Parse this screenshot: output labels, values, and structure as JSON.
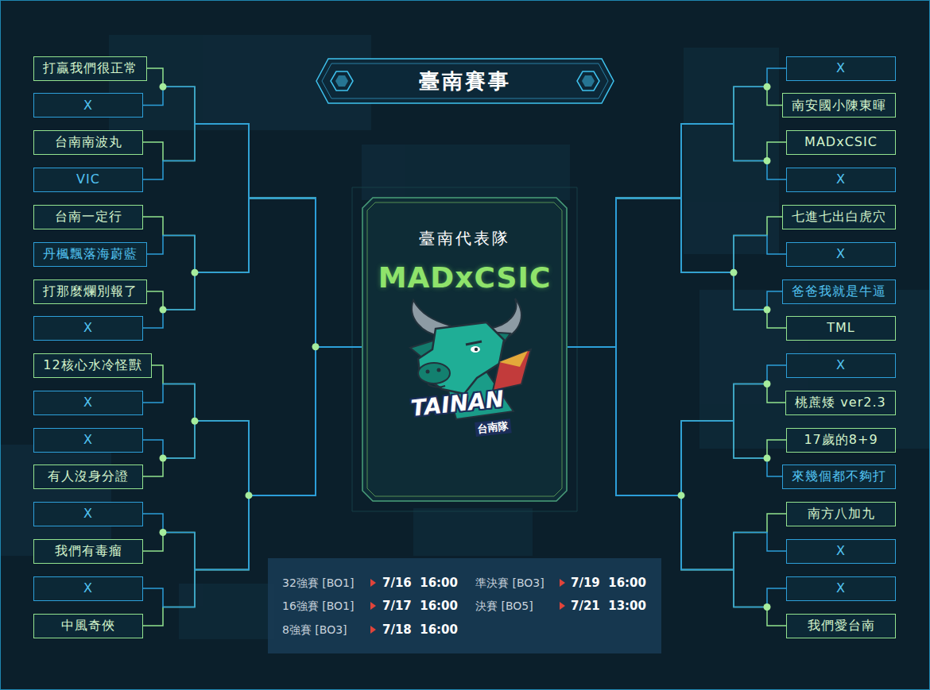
{
  "diagram": {
    "title": "臺南賽事",
    "nodes": [
      {
        "text": [
          "打贏我們很正常"
        ]
      },
      {
        "text": [
          "X"
        ]
      },
      {
        "text": [
          "台南南波丸"
        ]
      },
      {
        "text": [
          "VIC"
        ]
      },
      {
        "text": [
          "台南一定行"
        ]
      },
      {
        "text": [
          "丹楓飄落海蔚藍"
        ]
      },
      {
        "text": [
          "打那麼爛別報了"
        ]
      },
      {
        "text": [
          "X"
        ]
      },
      {
        "text": [
          "12核心水冷怪獸"
        ]
      },
      {
        "text": [
          "X"
        ]
      },
      {
        "text": [
          "X"
        ]
      },
      {
        "text": [
          "有人沒身分證"
        ]
      },
      {
        "text": [
          "X"
        ]
      },
      {
        "text": [
          "我們有毒瘤"
        ]
      },
      {
        "text": [
          "X"
        ]
      },
      {
        "text": [
          "中風奇俠"
        ]
      },
      {
        "text": [
          "臺南代表隊",
          "MADxCSIC"
        ]
      },
      {
        "text": [
          "X"
        ]
      },
      {
        "text": [
          "南安國小陳東暉"
        ]
      },
      {
        "text": [
          "MADxCSIC"
        ]
      },
      {
        "text": [
          "X"
        ]
      },
      {
        "text": [
          "七進七出白虎穴"
        ]
      },
      {
        "text": [
          "X"
        ]
      },
      {
        "text": [
          "爸爸我就是牛逼"
        ]
      },
      {
        "text": [
          "TML"
        ]
      },
      {
        "text": [
          "X"
        ]
      },
      {
        "text": [
          "桃蔗矮 ver2.3"
        ]
      },
      {
        "text": [
          "17歲的8+9"
        ]
      },
      {
        "text": [
          "來幾個都不夠打"
        ]
      },
      {
        "text": [
          "南方八加九"
        ]
      },
      {
        "text": [
          "X"
        ]
      },
      {
        "text": [
          "X"
        ]
      },
      {
        "text": [
          "我們愛台南"
        ]
      }
    ],
    "edges": [
      {
        "from": 0,
        "to": 16,
        "arrow": "none"
      },
      {
        "from": 1,
        "to": 16,
        "arrow": "none"
      },
      {
        "from": 2,
        "to": 16,
        "arrow": "none"
      },
      {
        "from": 3,
        "to": 16,
        "arrow": "none"
      },
      {
        "from": 4,
        "to": 16,
        "arrow": "none"
      },
      {
        "from": 5,
        "to": 16,
        "arrow": "none"
      },
      {
        "from": 6,
        "to": 16,
        "arrow": "none"
      },
      {
        "from": 7,
        "to": 16,
        "arrow": "none"
      },
      {
        "from": 8,
        "to": 16,
        "arrow": "none"
      },
      {
        "from": 9,
        "to": 16,
        "arrow": "none"
      },
      {
        "from": 10,
        "to": 16,
        "arrow": "none"
      },
      {
        "from": 11,
        "to": 16,
        "arrow": "none"
      },
      {
        "from": 12,
        "to": 16,
        "arrow": "none"
      },
      {
        "from": 13,
        "to": 16,
        "arrow": "none"
      },
      {
        "from": 14,
        "to": 16,
        "arrow": "none"
      },
      {
        "from": 15,
        "to": 16,
        "arrow": "none"
      },
      {
        "from": 17,
        "to": 16,
        "arrow": "none"
      },
      {
        "from": 18,
        "to": 16,
        "arrow": "none"
      },
      {
        "from": 19,
        "to": 16,
        "arrow": "none"
      },
      {
        "from": 20,
        "to": 16,
        "arrow": "none"
      },
      {
        "from": 21,
        "to": 16,
        "arrow": "none"
      },
      {
        "from": 22,
        "to": 16,
        "arrow": "none"
      },
      {
        "from": 23,
        "to": 16,
        "arrow": "none"
      },
      {
        "from": 24,
        "to": 16,
        "arrow": "none"
      },
      {
        "from": 25,
        "to": 16,
        "arrow": "none"
      },
      {
        "from": 26,
        "to": 16,
        "arrow": "none"
      },
      {
        "from": 27,
        "to": 16,
        "arrow": "none"
      },
      {
        "from": 28,
        "to": 16,
        "arrow": "none"
      },
      {
        "from": 29,
        "to": 16,
        "arrow": "none"
      },
      {
        "from": 30,
        "to": 16,
        "arrow": "none"
      },
      {
        "from": 31,
        "to": 16,
        "arrow": "none"
      },
      {
        "from": 32,
        "to": 16,
        "arrow": "none"
      }
    ],
    "labels": [
      "TAINAN",
      "台南隊",
      "32強賽 [BO1]",
      "7/16  16:00",
      "準決賽 [BO3]",
      "7/19  16:00",
      "16強賽 [BO1]",
      "7/17  16:00",
      "決賽 [BO5]",
      "7/21  13:00",
      "8強賽 [BO3]",
      "7/18  16:00"
    ]
  }
}
